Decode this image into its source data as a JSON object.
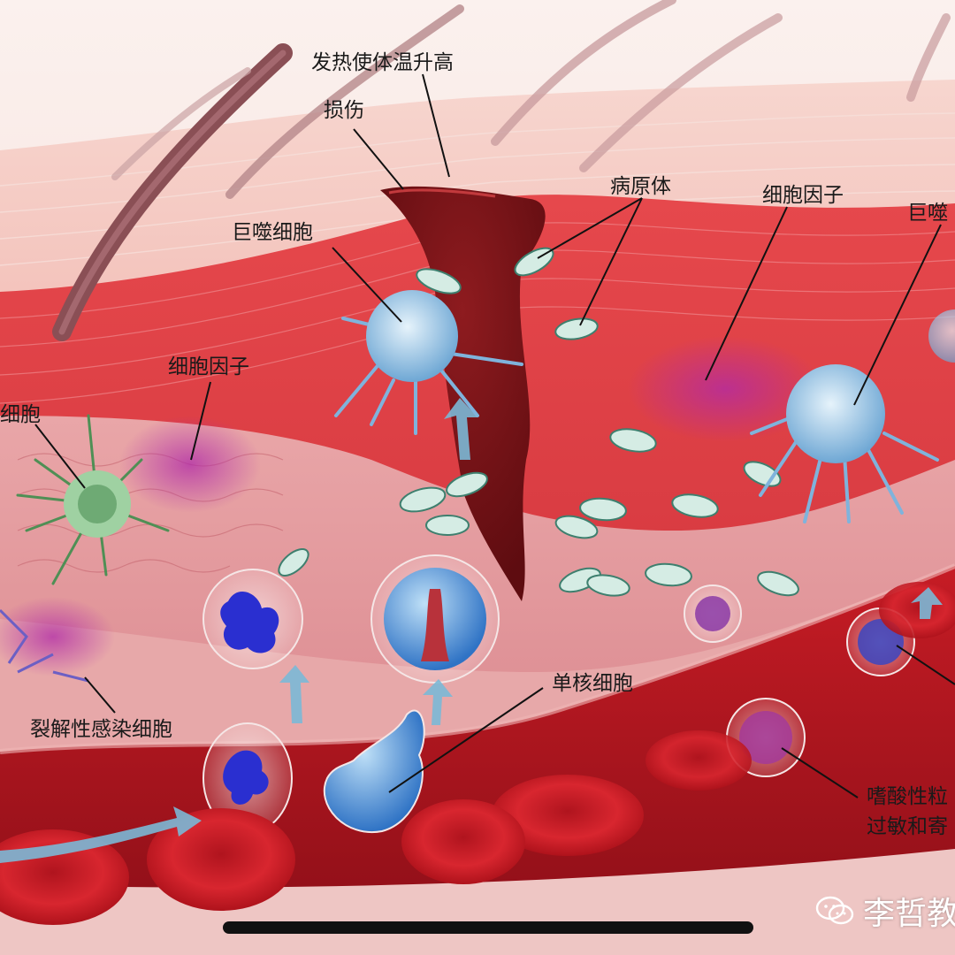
{
  "labels": {
    "fever": "发热使体温升高",
    "injury": "损伤",
    "pathogen": "病原体",
    "cytokine_right": "细胞因子",
    "macrophage_left": "巨噬细胞",
    "macrophage_right_partial": "巨噬",
    "cytokine_left": "细胞因子",
    "cell_partial_left": "细胞",
    "lysed_infected_cell": "裂解性感染细胞",
    "monocyte": "单核细胞",
    "eosinophil_partial": "嗜酸性粒",
    "allergy_partial": "过敏和寄"
  },
  "watermark": {
    "text": "李哲教",
    "icon": "wechat-icon"
  },
  "colors": {
    "skin_top": "#f4c7bf",
    "tissue_red": "#d8333c",
    "wound": "#7a1418",
    "blood_vessel": "#b51820",
    "macrophage": "#8fc3e6",
    "pathogen": "#cfe6df",
    "cytokine": "#b02aa8",
    "neutrophil_nucleus": "#2a2fd0",
    "dendritic_cell": "#4f8f55"
  }
}
